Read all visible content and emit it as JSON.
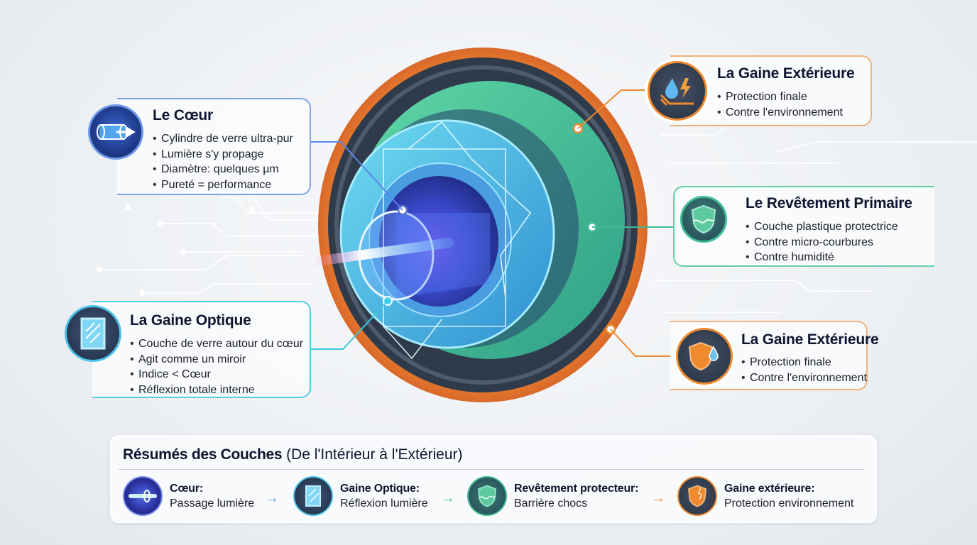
{
  "colors": {
    "core": "#3b63d8",
    "cladding": "#3fc6e0",
    "coating": "#3dbb94",
    "jacket": "#ef8a2e",
    "text": "#0f1530"
  },
  "callouts": {
    "core": {
      "title": "Le Cœur",
      "icon": "fiber-cylinder-arrow-icon",
      "bullets": [
        "Cylindre de verre ultra-pur",
        "Lumière s'y propage",
        "Diamètre: quelques µm",
        "Pureté = performance"
      ]
    },
    "cladding": {
      "title": "La Gaine Optique",
      "icon": "mirror-icon",
      "bullets": [
        "Couche de verre autour du cœur",
        "Agit comme un miroir",
        "Indice < Cœur",
        "Réflexion totale interne"
      ]
    },
    "jacket_top": {
      "title": "La Gaine Extérieure",
      "icon": "water-lightning-icon",
      "bullets": [
        "Protection finale",
        "Contre l'environnement"
      ]
    },
    "coating": {
      "title": "Le Revêtement Primaire",
      "icon": "shield-wave-icon",
      "bullets": [
        "Couche plastique protectrice",
        "Contre micro-courbures",
        "Contre humidité"
      ]
    },
    "jacket_bottom": {
      "title": "La Gaine Extérieure",
      "icon": "shield-drop-icon",
      "bullets": [
        "Protection finale",
        "Contre l'environnement"
      ]
    }
  },
  "summary": {
    "title_bold": "Résumés des Couches",
    "title_rest": " (De l'Intérieur à l'Extérieur)",
    "arrow": "→",
    "items": [
      {
        "heading": "Cœur:",
        "desc": "Passage lumière",
        "icon": "fiber-core-icon"
      },
      {
        "heading": "Gaine Optique:",
        "desc": "Réflexion lumière",
        "icon": "mirror-icon"
      },
      {
        "heading": "Revêtement protecteur:",
        "desc": "Barrière chocs",
        "icon": "shield-wave-icon"
      },
      {
        "heading": "Gaine extérieure:",
        "desc": "Protection environnement",
        "icon": "shield-crack-icon"
      }
    ]
  }
}
